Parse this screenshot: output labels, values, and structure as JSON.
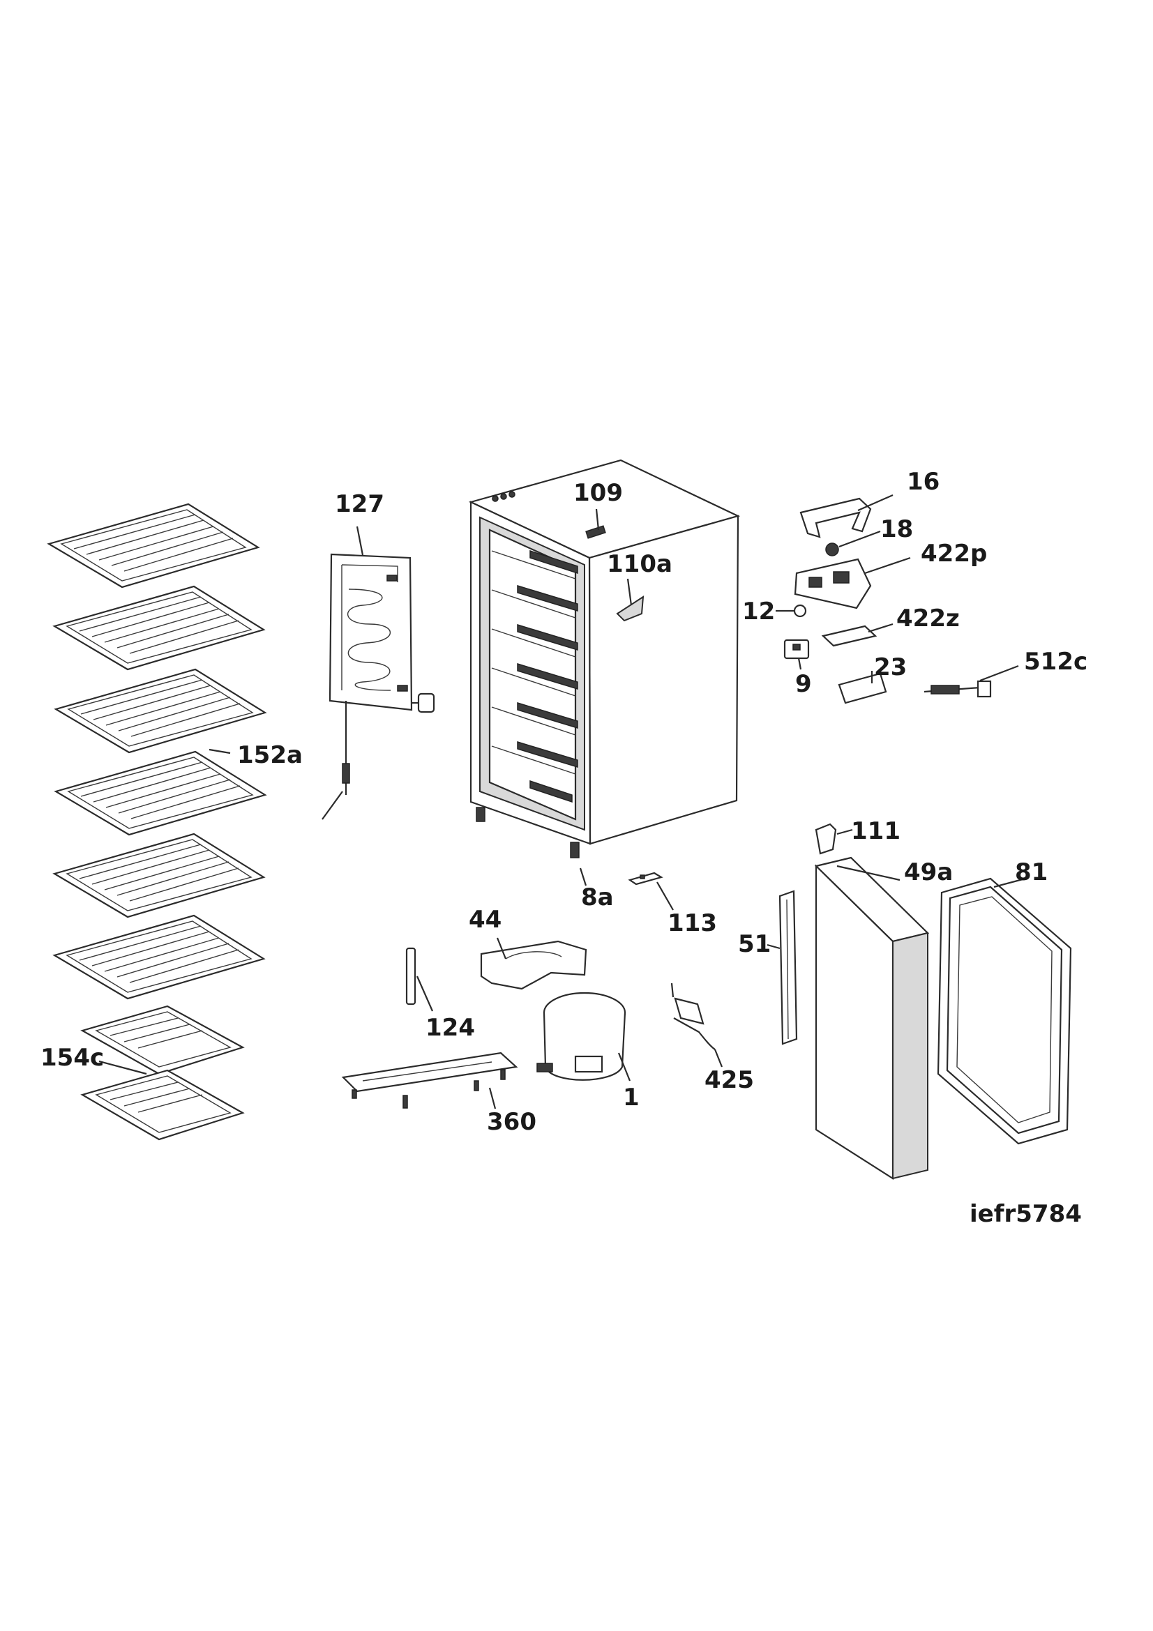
{
  "labels": {
    "l16": "16",
    "l18": "18",
    "l422p": "422p",
    "l12": "12",
    "l422z": "422z",
    "l23": "23",
    "l9": "9",
    "l512c": "512c",
    "l109": "109",
    "l110a": "110a",
    "l127": "127",
    "l152a": "152a",
    "l154c": "154c",
    "l111": "111",
    "l49a": "49a",
    "l81": "81",
    "l51": "51",
    "l8a": "8a",
    "l113": "113",
    "l44": "44",
    "l124": "124",
    "l360": "360",
    "l1": "1",
    "l425": "425"
  },
  "diagram_code": "iefr5784"
}
